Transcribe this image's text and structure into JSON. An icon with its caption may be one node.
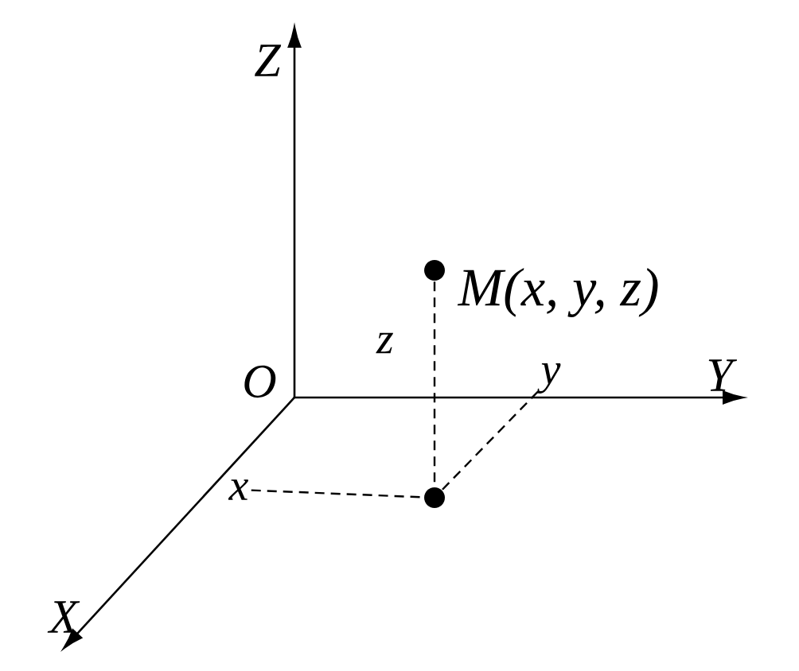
{
  "diagram": {
    "nodes": [
      {
        "text": [],
        "shape": "circle",
        "beside": [
          "M(x, y, z)"
        ]
      },
      {
        "text": [],
        "shape": "circle"
      },
      {
        "text": [
          "x"
        ]
      },
      {
        "text": [
          "y"
        ]
      }
    ],
    "edges": [
      {
        "from": 0,
        "to": 1,
        "arrow": "none",
        "style": "dashed",
        "label": "z"
      },
      {
        "from": 2,
        "to": 1,
        "arrow": "none",
        "style": "dashed"
      },
      {
        "from": 1,
        "to": 3,
        "arrow": "none",
        "style": "dashed"
      }
    ],
    "labels": [
      "Z",
      "O",
      "Y",
      "X"
    ]
  }
}
